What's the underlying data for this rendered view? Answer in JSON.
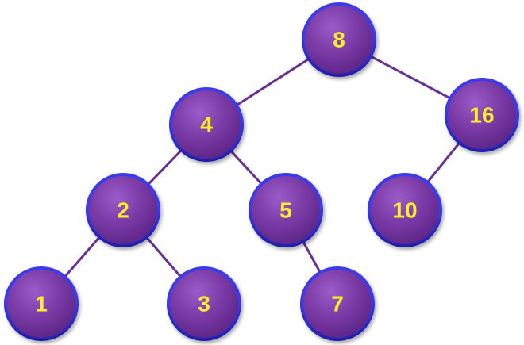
{
  "tree": {
    "nodes": [
      {
        "id": "n8",
        "label": "8"
      },
      {
        "id": "n4",
        "label": "4"
      },
      {
        "id": "n16",
        "label": "16"
      },
      {
        "id": "n2",
        "label": "2"
      },
      {
        "id": "n5",
        "label": "5"
      },
      {
        "id": "n10",
        "label": "10"
      },
      {
        "id": "n1",
        "label": "1"
      },
      {
        "id": "n3",
        "label": "3"
      },
      {
        "id": "n7",
        "label": "7"
      }
    ],
    "edges": [
      {
        "from": "n8",
        "to": "n4"
      },
      {
        "from": "n8",
        "to": "n16"
      },
      {
        "from": "n4",
        "to": "n2"
      },
      {
        "from": "n4",
        "to": "n5"
      },
      {
        "from": "n16",
        "to": "n10"
      },
      {
        "from": "n2",
        "to": "n1"
      },
      {
        "from": "n2",
        "to": "n3"
      },
      {
        "from": "n5",
        "to": "n7"
      }
    ],
    "colors": {
      "node_fill": "#7a3aa6",
      "node_outline": "#2a2ad0",
      "edge": "#6a2f93",
      "label": "#ffef2a"
    }
  }
}
